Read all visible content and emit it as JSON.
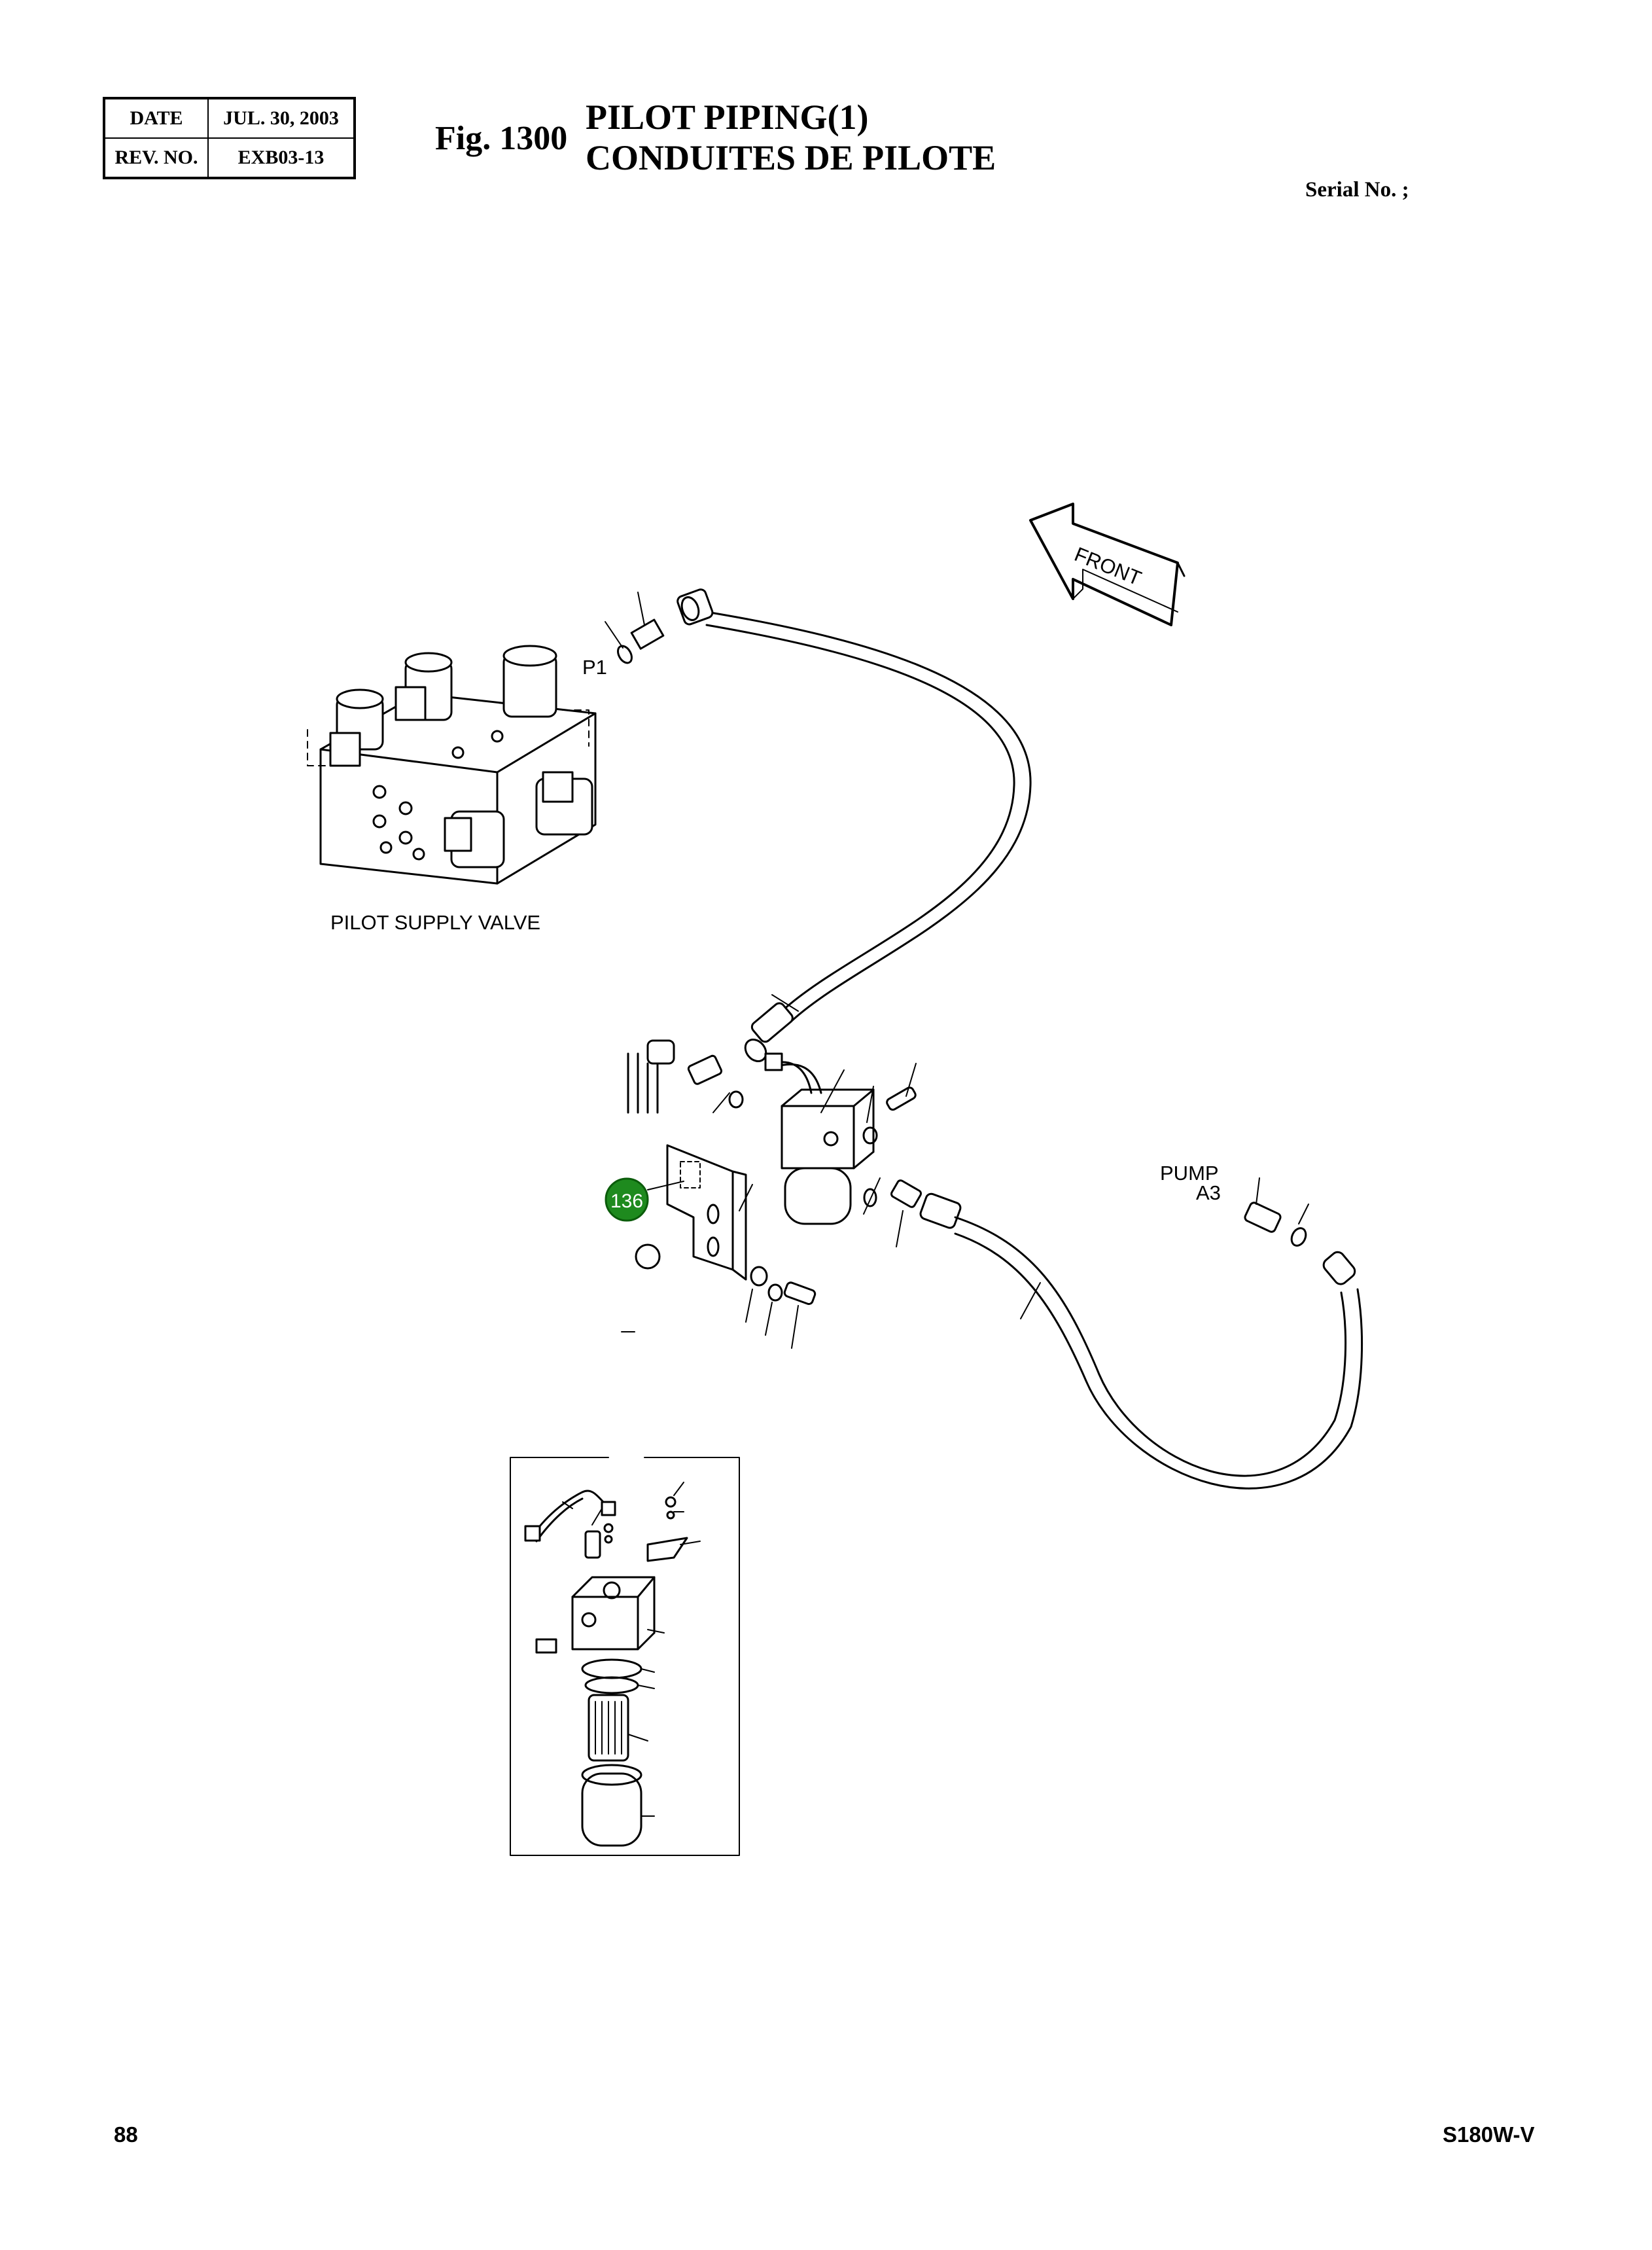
{
  "header": {
    "date_label": "DATE",
    "date_value": "JUL. 30, 2003",
    "rev_label": "REV. NO.",
    "rev_value": "EXB03-13"
  },
  "figure": {
    "number": "Fig. 1300",
    "title_en": "PILOT PIPING(1)",
    "title_fr": "CONDUITES DE PILOTE",
    "serial": "Serial No. ;"
  },
  "diagram": {
    "front_label": "FRONT",
    "p1_label": "P1",
    "valve_label": "PILOT SUPPLY VALVE",
    "pump_label_1": "PUMP",
    "pump_label_2": "A3",
    "callout": "136",
    "callout_color": "#1e8a1e"
  },
  "footer": {
    "page": "88",
    "model": "S180W-V"
  }
}
